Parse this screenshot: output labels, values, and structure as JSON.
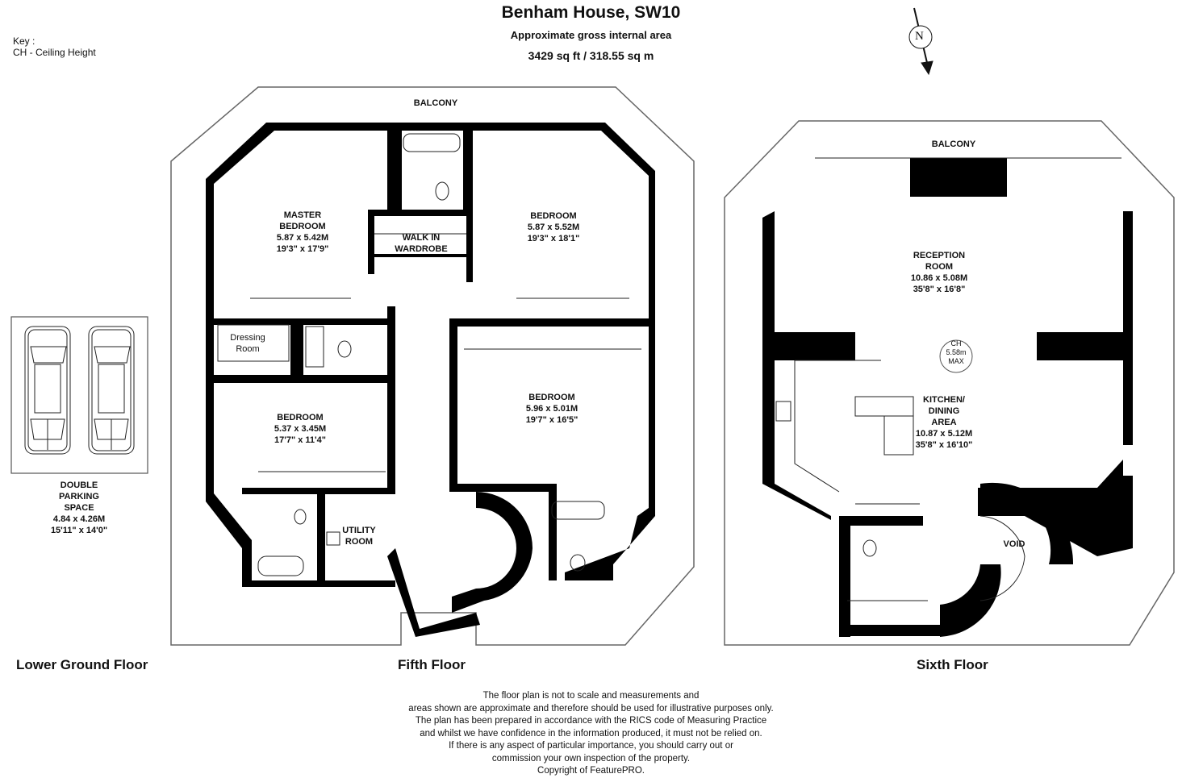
{
  "header": {
    "title": "Benham House, SW10",
    "subtitle": "Approximate gross internal area",
    "area": "3429 sq ft / 318.55 sq m"
  },
  "key": {
    "heading": "Key :",
    "items": [
      "CH - Ceiling Height"
    ]
  },
  "compass": {
    "label": "N",
    "icon": "north-arrow-icon"
  },
  "floors": {
    "lower_ground": {
      "label": "Lower Ground Floor",
      "rooms": [
        {
          "name_lines": [
            "DOUBLE",
            "PARKING",
            "SPACE"
          ],
          "metric": "4.84 x 4.26M",
          "imperial": "15'11\" x 14'0\""
        }
      ]
    },
    "fifth": {
      "label": "Fifth Floor",
      "balcony": "BALCONY",
      "rooms": [
        {
          "name_lines": [
            "MASTER",
            "BEDROOM"
          ],
          "metric": "5.87 x 5.42M",
          "imperial": "19'3\" x 17'9\""
        },
        {
          "name_lines": [
            "BEDROOM"
          ],
          "metric": "5.87 x 5.52M",
          "imperial": "19'3\" x 18'1\""
        },
        {
          "name_lines": [
            "WALK IN",
            "WARDROBE"
          ]
        },
        {
          "name_lines": [
            "Dressing",
            "Room"
          ]
        },
        {
          "name_lines": [
            "BEDROOM"
          ],
          "metric": "5.37 x 3.45M",
          "imperial": "17'7\" x 11'4\""
        },
        {
          "name_lines": [
            "BEDROOM"
          ],
          "metric": "5.96 x 5.01M",
          "imperial": "19'7\" x 16'5\""
        },
        {
          "name_lines": [
            "UTILITY",
            "ROOM"
          ]
        }
      ]
    },
    "sixth": {
      "label": "Sixth Floor",
      "balcony": "BALCONY",
      "rooms": [
        {
          "name_lines": [
            "RECEPTION",
            "ROOM"
          ],
          "metric": "10.86 x 5.08M",
          "imperial": "35'8\" x 16'8\""
        },
        {
          "name_lines": [
            "KITCHEN/",
            "DINING",
            "AREA"
          ],
          "metric": "10.87 x 5.12M",
          "imperial": "35'8\" x 16'10\""
        },
        {
          "name_lines": [
            "VOID"
          ]
        }
      ],
      "ceiling_badge": [
        "CH",
        "5.58m",
        "MAX"
      ]
    }
  },
  "disclaimer": [
    "The floor plan is not to scale and measurements and",
    "areas shown are approximate and therefore should be used for illustrative purposes only.",
    "The plan has been prepared in accordance with the RICS code of Measuring Practice",
    "and whilst we have confidence in the information produced, it must not be relied on.",
    "If there is any aspect of particular importance, you should carry out or",
    "commission your own inspection of the property.",
    "Copyright of FeaturePRO."
  ],
  "colors": {
    "wall": "#000000",
    "background": "#ffffff",
    "line": "#333333"
  }
}
